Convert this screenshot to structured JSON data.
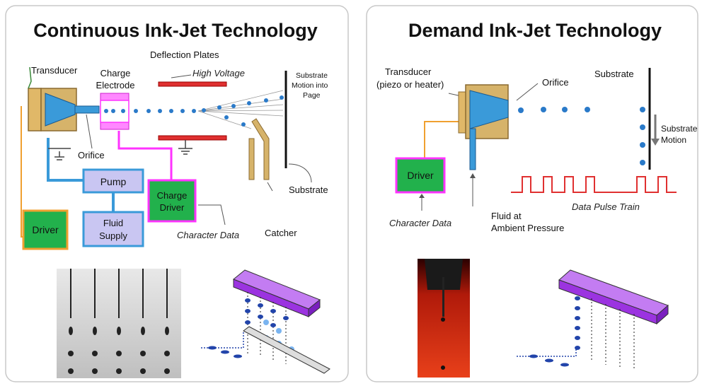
{
  "continuous": {
    "title": "Continuous Ink-Jet Technology",
    "transducer": "Transducer",
    "charge_electrode": [
      "Charge",
      "Electrode"
    ],
    "deflection_plates": "Deflection Plates",
    "high_voltage": "High Voltage",
    "substrate_motion": [
      "Substrate",
      "Motion into",
      "Page"
    ],
    "orifice": "Orifice",
    "pump": "Pump",
    "fluid_supply": [
      "Fluid",
      "Supply"
    ],
    "driver": "Driver",
    "charge_driver": [
      "Charge",
      "Driver"
    ],
    "character_data": "Character Data",
    "catcher": "Catcher",
    "substrate": "Substrate"
  },
  "demand": {
    "title": "Demand Ink-Jet Technology",
    "transducer": [
      "Transducer",
      "(piezo or heater)"
    ],
    "orifice": "Orifice",
    "substrate": "Substrate",
    "substrate_motion": [
      "Substrate",
      "Motion"
    ],
    "driver": "Driver",
    "character_data": "Character Data",
    "fluid": [
      "Fluid at",
      "Ambient Pressure"
    ],
    "data_pulse_train": "Data Pulse Train"
  },
  "colors": {
    "nozzle_blue": "#3a9ad9",
    "transducer_tan": "#d6b36a",
    "driver_green": "#22b14c",
    "box_blue": "#c9c6f2",
    "magenta": "#ff33ff",
    "red": "#e03030",
    "orange": "#f0a030",
    "purple_bar": "#9b33e0"
  }
}
